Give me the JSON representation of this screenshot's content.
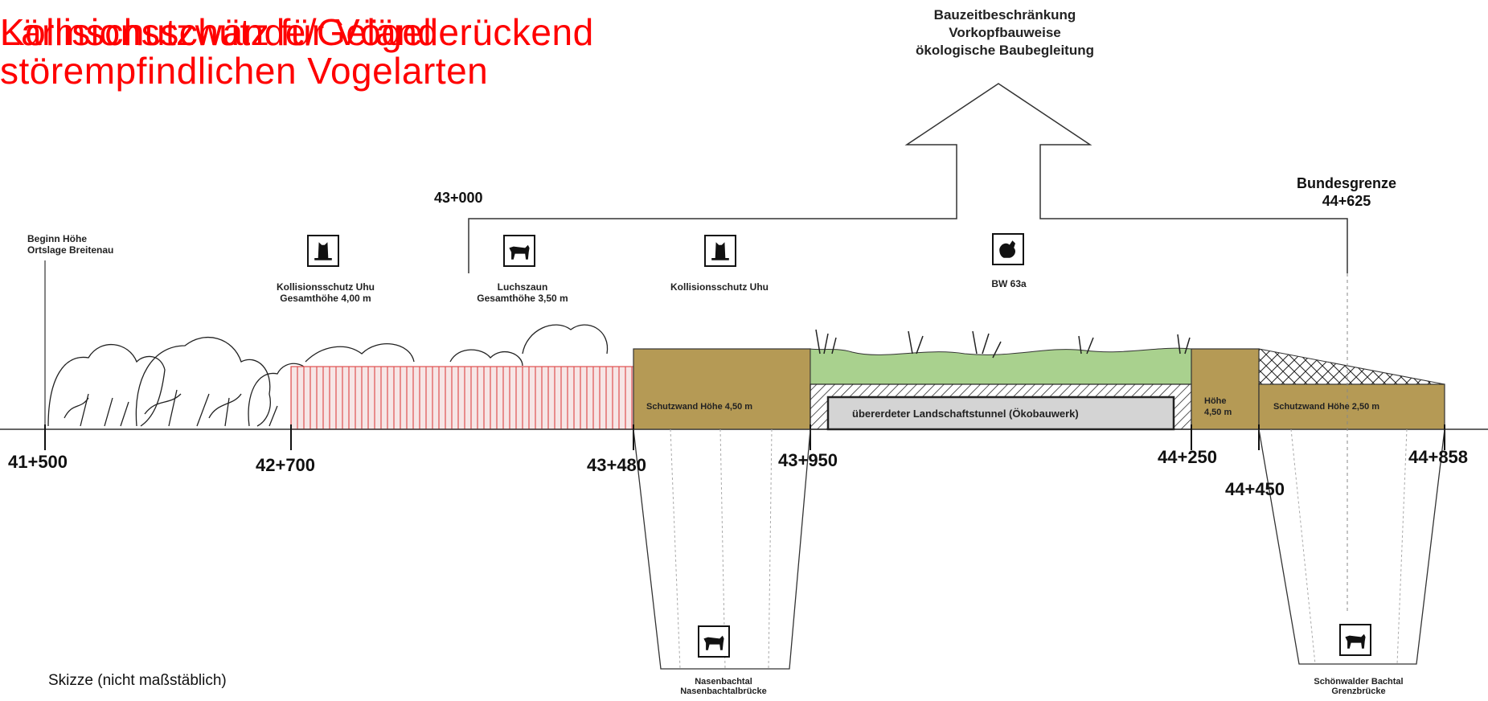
{
  "title": {
    "line1a": "Kollisionsschutz für Vögel",
    "line1b": "Lärmschutzwände/Geländerückend",
    "line2": "störempfindlichen Vogelarten"
  },
  "top_note": {
    "line1": "Bauzeitbeschränkung",
    "line2": "Vorkopfbauweise",
    "line3": "ökologische Baubegleitung"
  },
  "bracket_start_km": "43+000",
  "border": {
    "label": "Bundesgrenze",
    "km": "44+625"
  },
  "start_marker": {
    "line1": "Beginn Höhe",
    "line2": "Ortslage Breitenau"
  },
  "measures": [
    {
      "line1": "Kollisionsschutz Uhu",
      "line2": "Gesamthöhe 4,00 m",
      "icon": "owl-icon"
    },
    {
      "line1": "Luchszaun",
      "line2": "Gesamthöhe 3,50 m",
      "icon": "lynx-icon"
    },
    {
      "line1": "Kollisionsschutz Uhu",
      "line2": "",
      "icon": "owl-icon"
    },
    {
      "line1": "BW 63a",
      "line2": "",
      "icon": "grouse-icon"
    }
  ],
  "segments": {
    "wall1": "Schutzwand Höhe 4,50 m",
    "tunnel": "übererdeter Landschaftstunnel (Ökobauwerk)",
    "wall2_line1": "Höhe",
    "wall2_line2": "4,50 m",
    "wall3": "Schutzwand Höhe 2,50 m"
  },
  "stations": [
    "41+500",
    "42+700",
    "43+480",
    "43+950",
    "44+250",
    "44+450",
    "44+858"
  ],
  "bridges": [
    {
      "line1": "Nasenbachtal",
      "line2": "Nasenbachtalbrücke",
      "icon": "lynx-icon"
    },
    {
      "line1": "Schönwalder Bachtal",
      "line2": "Grenzbrücke",
      "icon": "lynx-icon"
    }
  ],
  "note": "Skizze (nicht maßstäblich)",
  "colors": {
    "title": "#ff0000",
    "wall": "#b59a55",
    "green_roof": "#a9d18e",
    "tunnel_fill": "#d4d4d4",
    "fence_stripe": "#e05050"
  }
}
